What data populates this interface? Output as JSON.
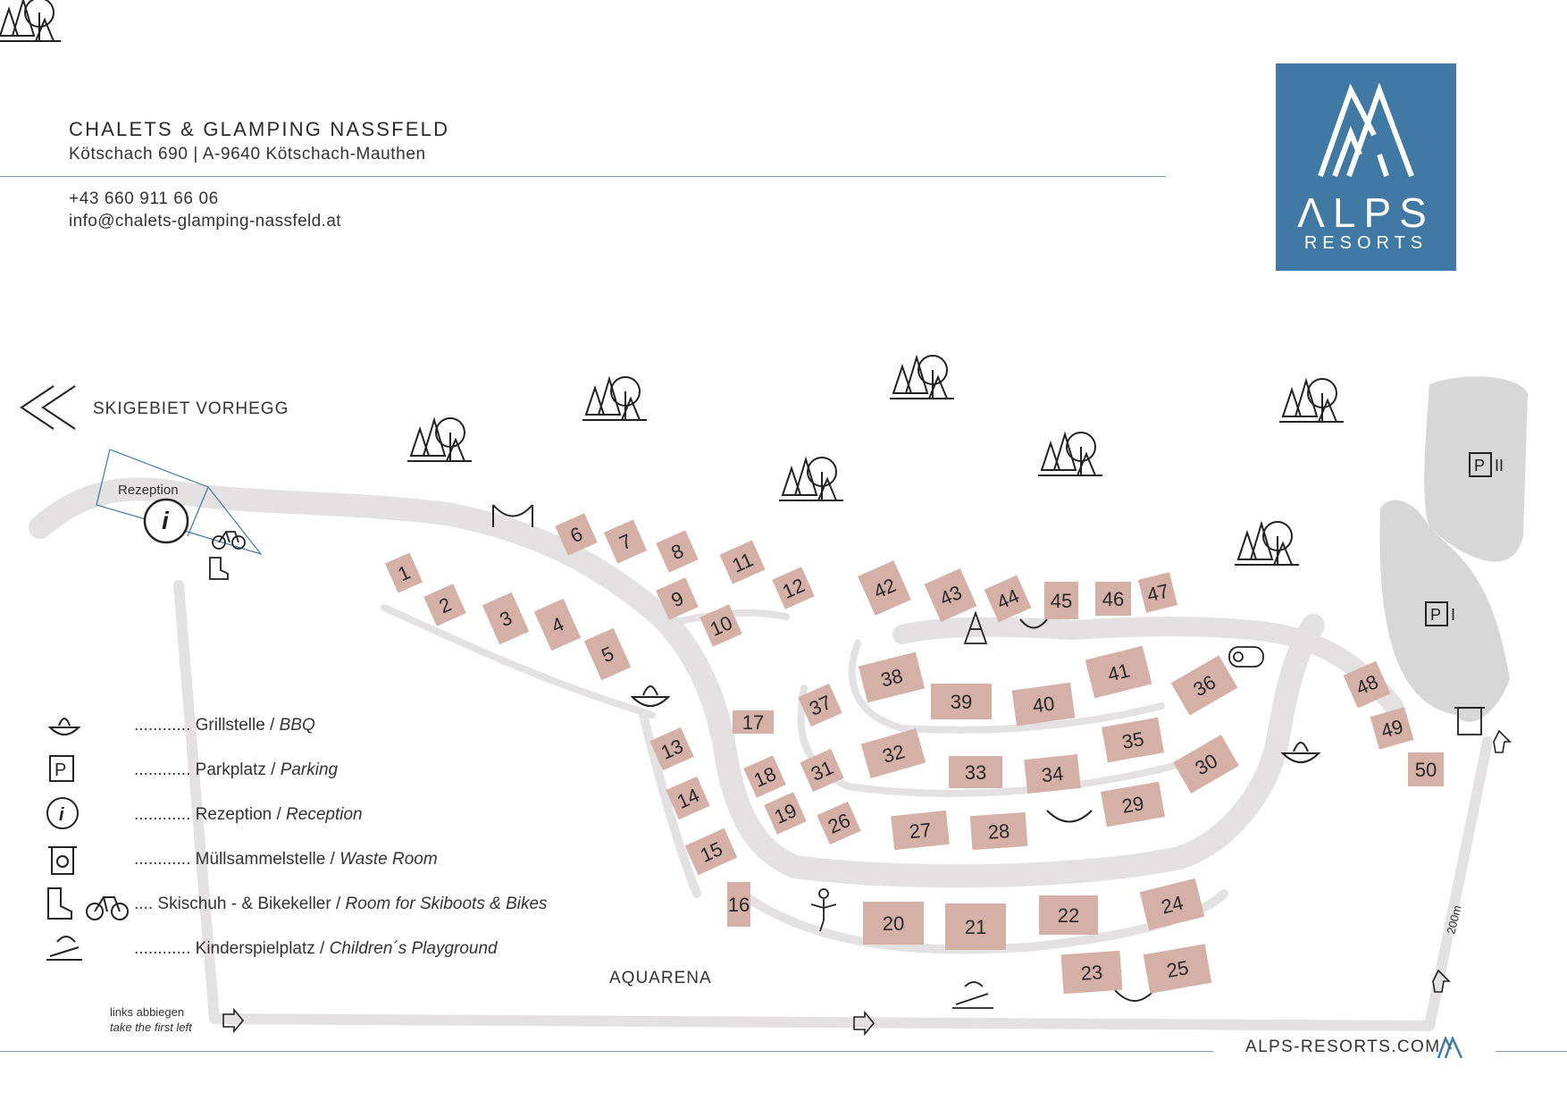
{
  "header": {
    "title": "CHALETS & GLAMPING NASSFELD",
    "address": "Kötschach 690 | A-9640 Kötschach-Mauthen",
    "phone": "+43 660 911 66 06",
    "email": "info@chalets-glamping-nassfeld.at"
  },
  "logo": {
    "brand_top": "ΛLPS",
    "brand_bottom": "RESORTS",
    "bg_color": "#3f79a4"
  },
  "map": {
    "skigebiet_label": "SKIGEBIET VORHEGG",
    "reception_label": "Rezeption",
    "aquarena_label": "AQUARENA",
    "directions_de": "links abbiegen",
    "directions_en": "take the first left",
    "distance_label": "200m",
    "parking_1": "P I",
    "parking_2": "P II",
    "chalet_color": "#d4b0a6",
    "road_color": "#e3e1e1",
    "chalets": [
      "1",
      "2",
      "3",
      "4",
      "5",
      "6",
      "7",
      "8",
      "9",
      "10",
      "11",
      "12",
      "13",
      "14",
      "15",
      "16",
      "17",
      "18",
      "19",
      "20",
      "21",
      "22",
      "23",
      "24",
      "25",
      "26",
      "27",
      "28",
      "29",
      "30",
      "31",
      "32",
      "33",
      "34",
      "35",
      "36",
      "37",
      "38",
      "39",
      "40",
      "41",
      "42",
      "43",
      "44",
      "45",
      "46",
      "47",
      "48",
      "49",
      "50"
    ]
  },
  "legend": [
    {
      "icon": "fire-bowl-icon",
      "dots": "............",
      "de": "Grillstelle",
      "sep": " / ",
      "en": "BBQ"
    },
    {
      "icon": "parking-icon",
      "dots": "............",
      "de": "Parkplatz",
      "sep": " / ",
      "en": "Parking"
    },
    {
      "icon": "info-icon",
      "dots": "............",
      "de": "Rezeption",
      "sep": " / ",
      "en": "Reception"
    },
    {
      "icon": "recycling-bin-icon",
      "dots": "............",
      "de": "Müllsammelstelle",
      "sep": " / ",
      "en": "Waste Room"
    },
    {
      "icon": "skiboot-bike-icon",
      "dots": "....",
      "de": "Skischuh - & Bikekeller",
      "sep": " / ",
      "en": "Room for Skiboots & Bikes"
    },
    {
      "icon": "playground-icon",
      "dots": "............",
      "de": "Kinderspielplatz",
      "sep": " / ",
      "en": "Children´s Playground"
    }
  ],
  "footer": {
    "url": "ALPS-RESORTS.COM"
  }
}
